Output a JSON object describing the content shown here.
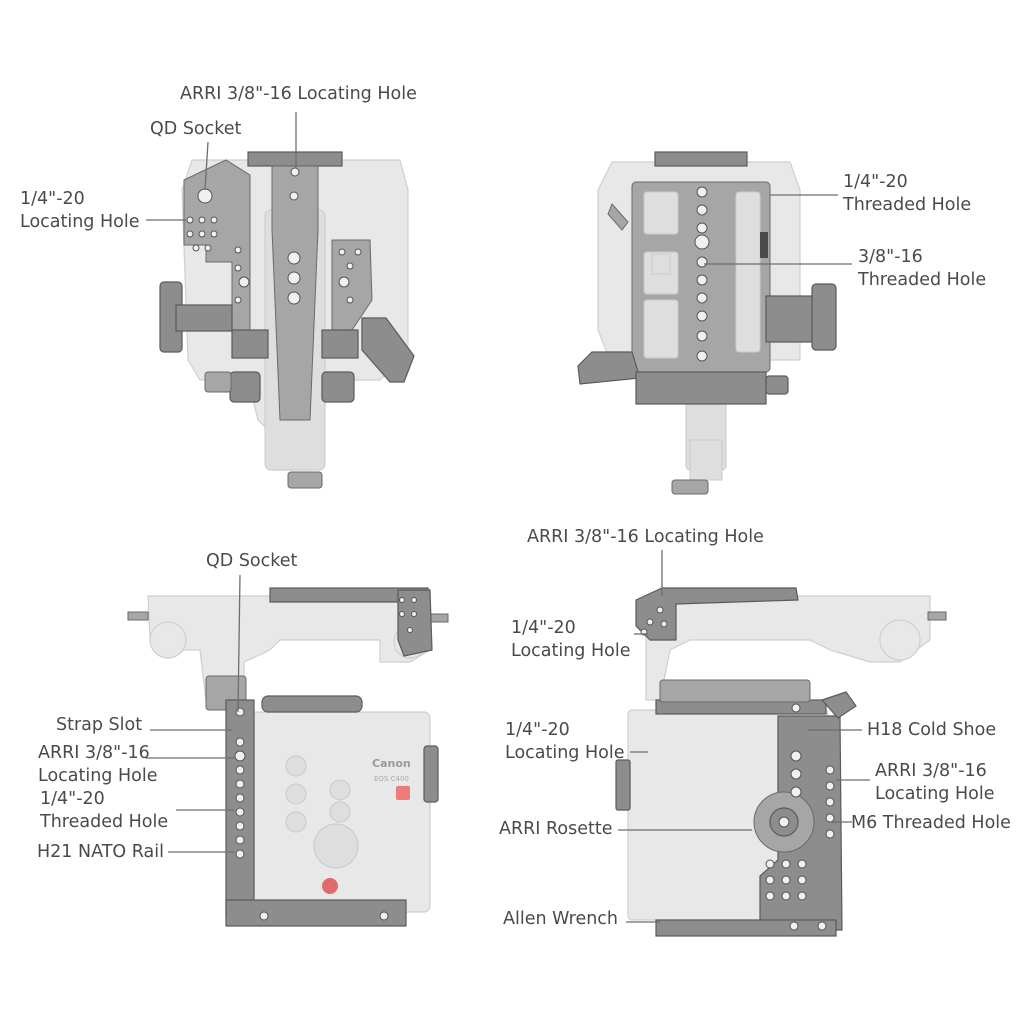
{
  "views": {
    "top": {
      "labels": {
        "arri_locating": "ARRI 3/8\"-16 Locating Hole",
        "qd_socket": "QD Socket",
        "quarter_locating_1": "1/4\"-20",
        "quarter_locating_2": "Locating Hole"
      }
    },
    "bottom": {
      "labels": {
        "quarter_threaded_1": "1/4\"-20",
        "quarter_threaded_2": "Threaded Hole",
        "three_eighths_1": "3/8\"-16",
        "three_eighths_2": "Threaded Hole"
      }
    },
    "left_side": {
      "labels": {
        "qd_socket": "QD Socket",
        "strap_slot": "Strap Slot",
        "arri_1": "ARRI 3/8\"-16",
        "arri_2": "Locating Hole",
        "quarter_1": "1/4\"-20",
        "quarter_2": "Threaded Hole",
        "nato": "H21 NATO Rail"
      },
      "camera_text": {
        "brand": "Canon",
        "model": "EOS C400"
      }
    },
    "right_side": {
      "labels": {
        "arri_locating": "ARRI 3/8\"-16 Locating Hole",
        "quarter_a_1": "1/4\"-20",
        "quarter_a_2": "Locating Hole",
        "quarter_b_1": "1/4\"-20",
        "quarter_b_2": "Locating Hole",
        "rosette": "ARRI Rosette",
        "wrench": "Allen Wrench",
        "cold_shoe": "H18 Cold Shoe",
        "arri_1": "ARRI 3/8\"-16",
        "arri_2": "Locating Hole",
        "m6": "M6 Threaded Hole"
      }
    }
  }
}
